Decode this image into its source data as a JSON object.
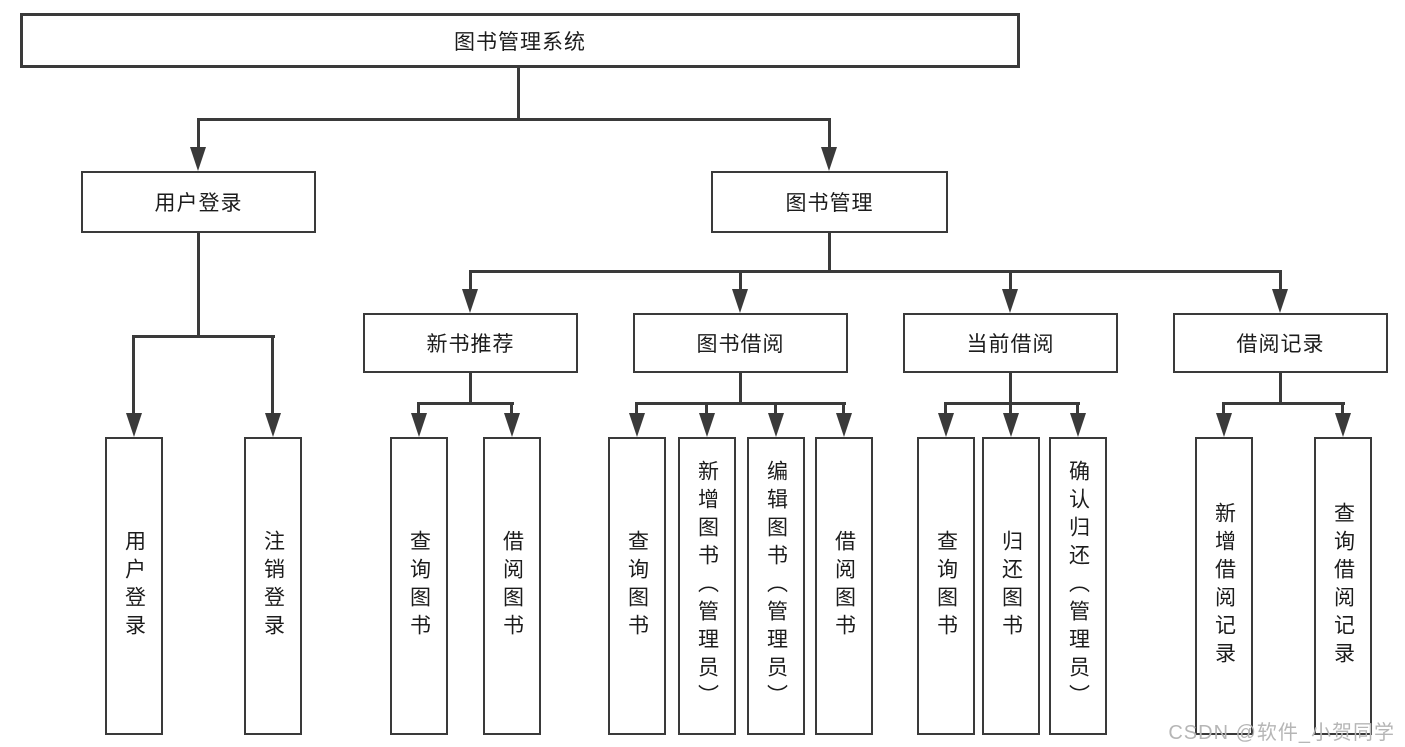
{
  "tree": {
    "root": {
      "label": "图书管理系统"
    },
    "branches": [
      {
        "label": "用户登录",
        "children": [
          {
            "label": "用户登录"
          },
          {
            "label": "注销登录"
          }
        ]
      },
      {
        "label": "图书管理",
        "children": [
          {
            "label": "新书推荐",
            "children": [
              {
                "label": "查询图书"
              },
              {
                "label": "借阅图书"
              }
            ]
          },
          {
            "label": "图书借阅",
            "children": [
              {
                "label": "查询图书"
              },
              {
                "label": "新增图书（管理员）"
              },
              {
                "label": "编辑图书（管理员）"
              },
              {
                "label": "借阅图书"
              }
            ]
          },
          {
            "label": "当前借阅",
            "children": [
              {
                "label": "查询图书"
              },
              {
                "label": "归还图书"
              },
              {
                "label": "确认归还（管理员）"
              }
            ]
          },
          {
            "label": "借阅记录",
            "children": [
              {
                "label": "新增借阅记录"
              },
              {
                "label": "查询借阅记录"
              }
            ]
          }
        ]
      }
    ]
  },
  "watermark": {
    "text": "CSDN @软件_小贺同学"
  },
  "colors": {
    "line": "#3a3a3a",
    "text": "#1c1c1c",
    "watermark": "#b6b6b6",
    "background": "#ffffff"
  }
}
